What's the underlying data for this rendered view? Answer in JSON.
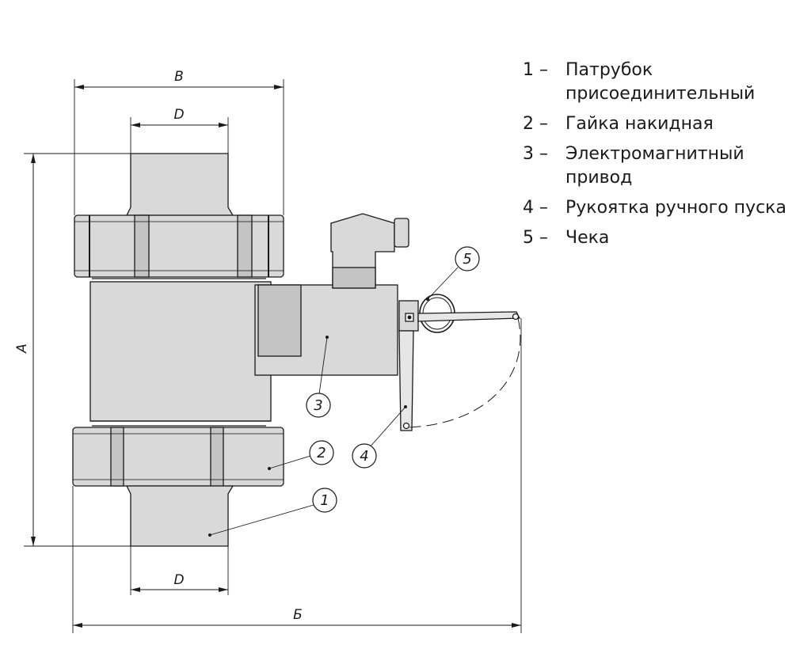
{
  "dimensions": {
    "b_top": "В",
    "d_top": "D",
    "a_left": "А",
    "d_bottom": "D",
    "b_bottom": "Б"
  },
  "balloons": [
    "1",
    "2",
    "3",
    "4",
    "5"
  ],
  "legend": [
    {
      "num": "1 –",
      "text": "Патрубок присоединительный"
    },
    {
      "num": "2 –",
      "text": "Гайка накидная"
    },
    {
      "num": "3 –",
      "text": "Электромагнитный привод"
    },
    {
      "num": "4 –",
      "text": "Рукоятка ручного пуска"
    },
    {
      "num": "5 –",
      "text": "Чека"
    }
  ],
  "colors": {
    "body_fill": "#d9d9d9",
    "body_dark": "#c4c4c4",
    "stroke": "#1a1a1a",
    "background": "#ffffff"
  }
}
